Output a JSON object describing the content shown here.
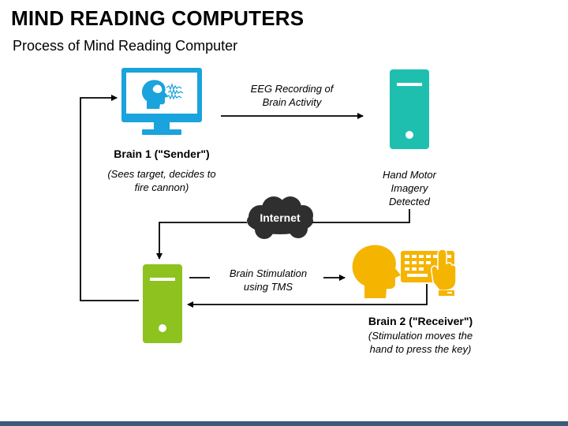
{
  "title": "MIND READING COMPUTERS",
  "subtitle": "Process of Mind Reading Computer",
  "nodes": {
    "sender": {
      "name": "Brain 1 (\"Sender\")",
      "note_line1": "(Sees target, decides to",
      "note_line2": "fire cannon)"
    },
    "receiver": {
      "name": "Brain 2 (\"Receiver\")",
      "note_line1": "(Stimulation moves the",
      "note_line2": "hand to press the key)"
    },
    "cloud": {
      "label": "Internet"
    }
  },
  "edges": {
    "eeg_line1": "EEG Recording of",
    "eeg_line2": "Brain Activity",
    "motor_line1": "Hand Motor",
    "motor_line2": "Imagery",
    "motor_line3": "Detected",
    "stim_line1": "Brain Stimulation",
    "stim_line2": "using TMS"
  },
  "colors": {
    "monitor": "#1aa3dc",
    "server_teal": "#1fbfb0",
    "server_green": "#8dc21f",
    "receiver": "#f5b400",
    "cloud": "#2f2f2f",
    "footer": "#3d5a78"
  },
  "icons": [
    "computer-monitor-icon",
    "head-profile-icon",
    "server-tower-icon",
    "cloud-icon",
    "keyboard-icon",
    "hand-pointer-icon"
  ]
}
